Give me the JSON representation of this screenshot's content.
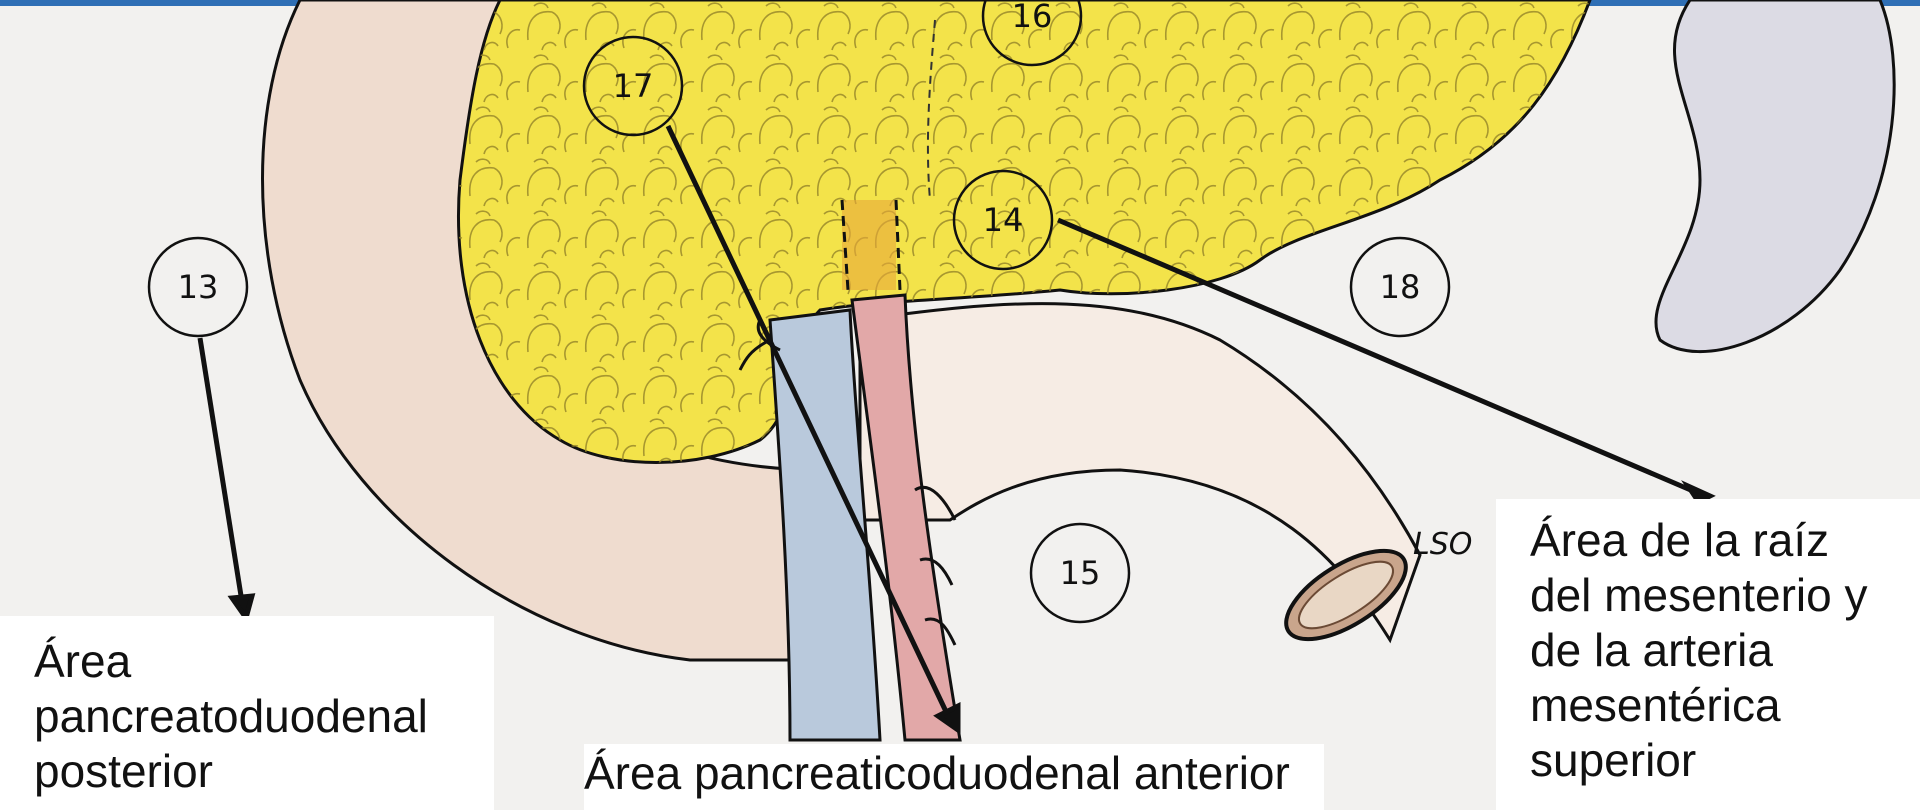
{
  "markers": [
    "13",
    "14",
    "15",
    "16",
    "17",
    "18"
  ],
  "side_label": "LSO",
  "labels": {
    "posterior": [
      "Área",
      "pancreatoduodenal",
      "posterior"
    ],
    "anterior": "Área pancreaticoduodenal anterior",
    "mesenterio": [
      "Área de la raíz",
      "del mesenterio y",
      "de la arteria",
      "mesentérica",
      "superior"
    ]
  },
  "colors": {
    "background": "#f2f1ef",
    "pancreas": "#f3e34a",
    "duodenum": "#efdccf",
    "vein": "#b9c9dc",
    "artery": "#e2a8a8",
    "spleen": "#dcdbe4",
    "ink": "#111111"
  }
}
